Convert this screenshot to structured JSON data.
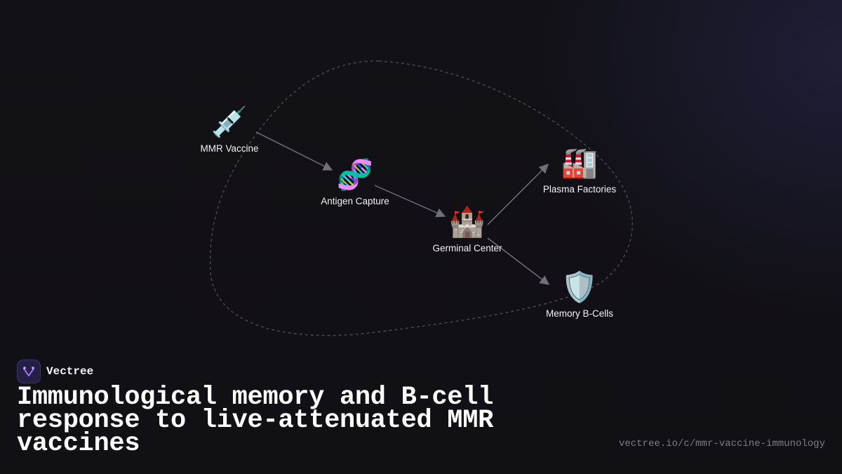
{
  "diagram": {
    "nodes": [
      {
        "id": "mmr",
        "label": "MMR Vaccine",
        "icon": "syringe-icon",
        "glyph": "💉"
      },
      {
        "id": "antigen",
        "label": "Antigen Capture",
        "icon": "dna-icon",
        "glyph": "🧬"
      },
      {
        "id": "germinal",
        "label": "Germinal Center",
        "icon": "castle-icon",
        "glyph": "🏰"
      },
      {
        "id": "plasma",
        "label": "Plasma Factories",
        "icon": "factory-icon",
        "glyph": "🏭"
      },
      {
        "id": "memory",
        "label": "Memory B-Cells",
        "icon": "shield-icon",
        "glyph": "🛡️"
      }
    ],
    "edges": [
      {
        "from": "mmr",
        "to": "antigen"
      },
      {
        "from": "antigen",
        "to": "germinal"
      },
      {
        "from": "germinal",
        "to": "plasma"
      },
      {
        "from": "germinal",
        "to": "memory"
      }
    ],
    "colors": {
      "arrow": "#6f6f78",
      "boundary": "#4a4a52",
      "label": "#f2f2f4"
    }
  },
  "brand": {
    "name": "Vectree",
    "logo_icon": "vectree-logo-icon",
    "logo_color": "#a06cf0"
  },
  "title": "Immunological memory and B-cell response to live-attenuated MMR vaccines",
  "source_url": "vectree.io/c/mmr-vaccine-immunology"
}
